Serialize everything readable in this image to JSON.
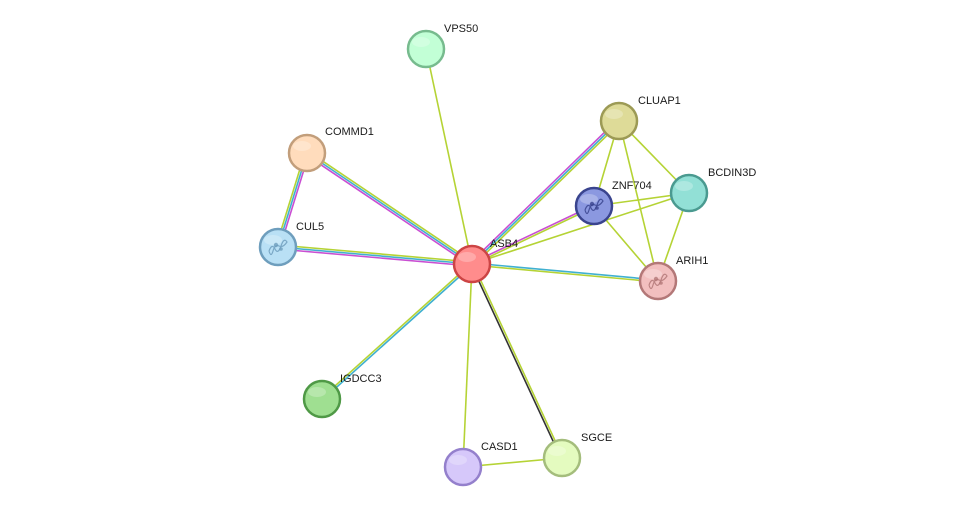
{
  "nodes": [
    {
      "id": "ASB4",
      "label": "ASB4",
      "fill": "#ff8c8c",
      "stroke": "#cc4444",
      "icon": "none"
    },
    {
      "id": "VPS50",
      "label": "VPS50",
      "fill": "#c2ffd6",
      "stroke": "#77bb8e",
      "icon": "none"
    },
    {
      "id": "CLUAP1",
      "label": "CLUAP1",
      "fill": "#dedb98",
      "stroke": "#9c9a55",
      "icon": "none"
    },
    {
      "id": "COMMD1",
      "label": "COMMD1",
      "fill": "#ffdcbc",
      "stroke": "#c29e7b",
      "icon": "none"
    },
    {
      "id": "BCDIN3D",
      "label": "BCDIN3D",
      "fill": "#92e0d6",
      "stroke": "#4a9a90",
      "icon": "none"
    },
    {
      "id": "ZNF704",
      "label": "ZNF704",
      "fill": "#8b98e0",
      "stroke": "#3a448e",
      "icon": "protein-structure-icon"
    },
    {
      "id": "CUL5",
      "label": "CUL5",
      "fill": "#b9e0f5",
      "stroke": "#6e9ebd",
      "icon": "protein-structure-icon"
    },
    {
      "id": "ARIH1",
      "label": "ARIH1",
      "fill": "#f2bfbf",
      "stroke": "#b37878",
      "icon": "protein-structure-icon"
    },
    {
      "id": "IGDCC3",
      "label": "IGDCC3",
      "fill": "#9fdf91",
      "stroke": "#4f9946",
      "icon": "none"
    },
    {
      "id": "CASD1",
      "label": "CASD1",
      "fill": "#d6c8fa",
      "stroke": "#9480cc",
      "icon": "none"
    },
    {
      "id": "SGCE",
      "label": "SGCE",
      "fill": "#e4fbbf",
      "stroke": "#a4bd7c",
      "icon": "none"
    }
  ],
  "edges": [
    {
      "from": "ASB4",
      "to": "VPS50",
      "colors": [
        "#b5d335"
      ]
    },
    {
      "from": "ASB4",
      "to": "CLUAP1",
      "colors": [
        "#c94fd2",
        "#40b0d0",
        "#b5d335"
      ]
    },
    {
      "from": "ASB4",
      "to": "COMMD1",
      "colors": [
        "#c94fd2",
        "#40b0d0",
        "#b5d335"
      ]
    },
    {
      "from": "ASB4",
      "to": "ZNF704",
      "colors": [
        "#c94fd2",
        "#b5d335"
      ]
    },
    {
      "from": "ASB4",
      "to": "BCDIN3D",
      "colors": [
        "#b5d335"
      ]
    },
    {
      "from": "ASB4",
      "to": "CUL5",
      "colors": [
        "#c94fd2",
        "#40b0d0",
        "#b5d335"
      ]
    },
    {
      "from": "ASB4",
      "to": "ARIH1",
      "colors": [
        "#40b0d0",
        "#b5d335"
      ]
    },
    {
      "from": "ASB4",
      "to": "IGDCC3",
      "colors": [
        "#40b0d0",
        "#b5d335"
      ]
    },
    {
      "from": "ASB4",
      "to": "CASD1",
      "colors": [
        "#b5d335"
      ]
    },
    {
      "from": "ASB4",
      "to": "SGCE",
      "colors": [
        "#b5d335",
        "#333333"
      ]
    },
    {
      "from": "COMMD1",
      "to": "CUL5",
      "colors": [
        "#c94fd2",
        "#40b0d0",
        "#b5d335"
      ]
    },
    {
      "from": "CLUAP1",
      "to": "ZNF704",
      "colors": [
        "#b5d335"
      ]
    },
    {
      "from": "CLUAP1",
      "to": "BCDIN3D",
      "colors": [
        "#b5d335"
      ]
    },
    {
      "from": "CLUAP1",
      "to": "ARIH1",
      "colors": [
        "#b5d335"
      ]
    },
    {
      "from": "ZNF704",
      "to": "BCDIN3D",
      "colors": [
        "#b5d335"
      ]
    },
    {
      "from": "ZNF704",
      "to": "ARIH1",
      "colors": [
        "#b5d335"
      ]
    },
    {
      "from": "BCDIN3D",
      "to": "ARIH1",
      "colors": [
        "#b5d335"
      ]
    },
    {
      "from": "CASD1",
      "to": "SGCE",
      "colors": [
        "#b5d335"
      ]
    }
  ]
}
